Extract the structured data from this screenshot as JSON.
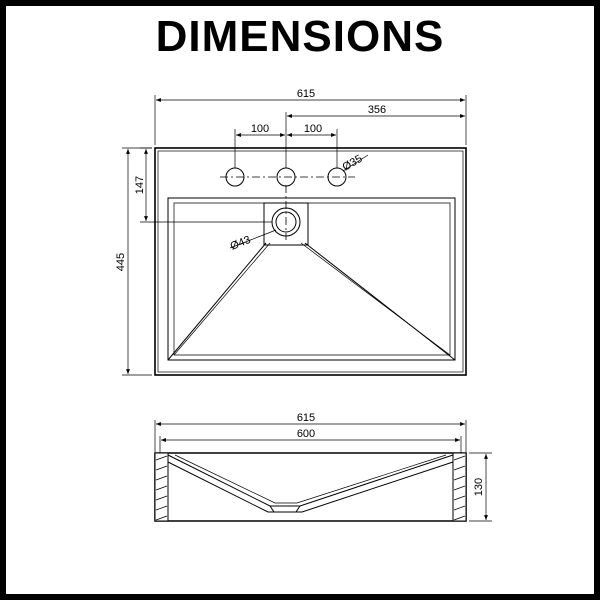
{
  "title": "DIMENSIONS",
  "top_view": {
    "overall_width": "615",
    "to_center_hole": "356",
    "hole_spacing_left": "100",
    "hole_spacing_right": "100",
    "hole_diameter": "Ø35",
    "drain_diameter": "Ø43",
    "hole_offset": "147",
    "overall_depth": "445"
  },
  "front_view": {
    "outer_width": "615",
    "inner_width": "600",
    "height": "130"
  }
}
